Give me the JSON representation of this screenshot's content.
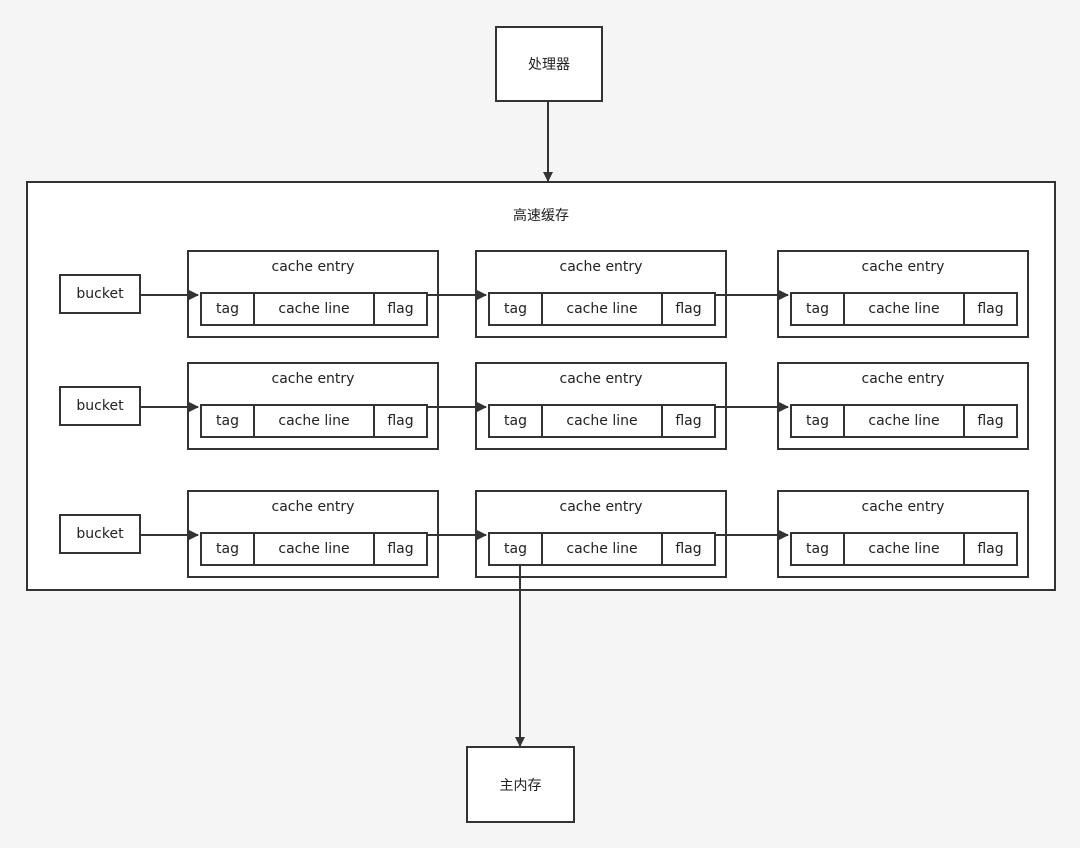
{
  "processor": "处理器",
  "cache_title": "高速缓存",
  "main_memory": "主内存",
  "rows": [
    {
      "bucket": "bucket",
      "entries": [
        {
          "title": "cache entry",
          "tag": "tag",
          "line": "cache line",
          "flag": "flag"
        },
        {
          "title": "cache entry",
          "tag": "tag",
          "line": "cache line",
          "flag": "flag"
        },
        {
          "title": "cache entry",
          "tag": "tag",
          "line": "cache line",
          "flag": "flag"
        }
      ]
    },
    {
      "bucket": "bucket",
      "entries": [
        {
          "title": "cache entry",
          "tag": "tag",
          "line": "cache line",
          "flag": "flag"
        },
        {
          "title": "cache entry",
          "tag": "tag",
          "line": "cache line",
          "flag": "flag"
        },
        {
          "title": "cache entry",
          "tag": "tag",
          "line": "cache line",
          "flag": "flag"
        }
      ]
    },
    {
      "bucket": "bucket",
      "entries": [
        {
          "title": "cache entry",
          "tag": "tag",
          "line": "cache line",
          "flag": "flag"
        },
        {
          "title": "cache entry",
          "tag": "tag",
          "line": "cache line",
          "flag": "flag"
        },
        {
          "title": "cache entry",
          "tag": "tag",
          "line": "cache line",
          "flag": "flag"
        }
      ]
    }
  ]
}
